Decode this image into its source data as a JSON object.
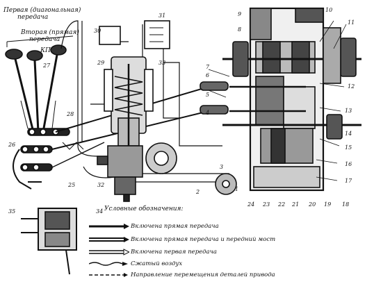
{
  "labels": {
    "first_diag": "Первая (диагональная)",
    "first_diag2": "передача",
    "second_direct": "Вторая (прямая)",
    "second_direct2": "передача",
    "kp": "КП",
    "legend_title": "Условные обозначения:"
  },
  "numbers": [
    "1",
    "2",
    "3",
    "4",
    "5",
    "6",
    "7",
    "8",
    "9",
    "10",
    "11",
    "12",
    "13",
    "14",
    "15",
    "16",
    "17",
    "18",
    "19",
    "20",
    "21",
    "22",
    "23",
    "24",
    "25",
    "26",
    "27",
    "28",
    "29",
    "30",
    "31",
    "32",
    "33",
    "34",
    "35"
  ],
  "legend": [
    {
      "text": "Включена прямая передача"
    },
    {
      "text": "Включена прямая передача и передний мост"
    },
    {
      "text": "Включена первая передача"
    },
    {
      "text": "Сжатый воздух"
    },
    {
      "text": "Направление перемещения деталей привода"
    }
  ]
}
